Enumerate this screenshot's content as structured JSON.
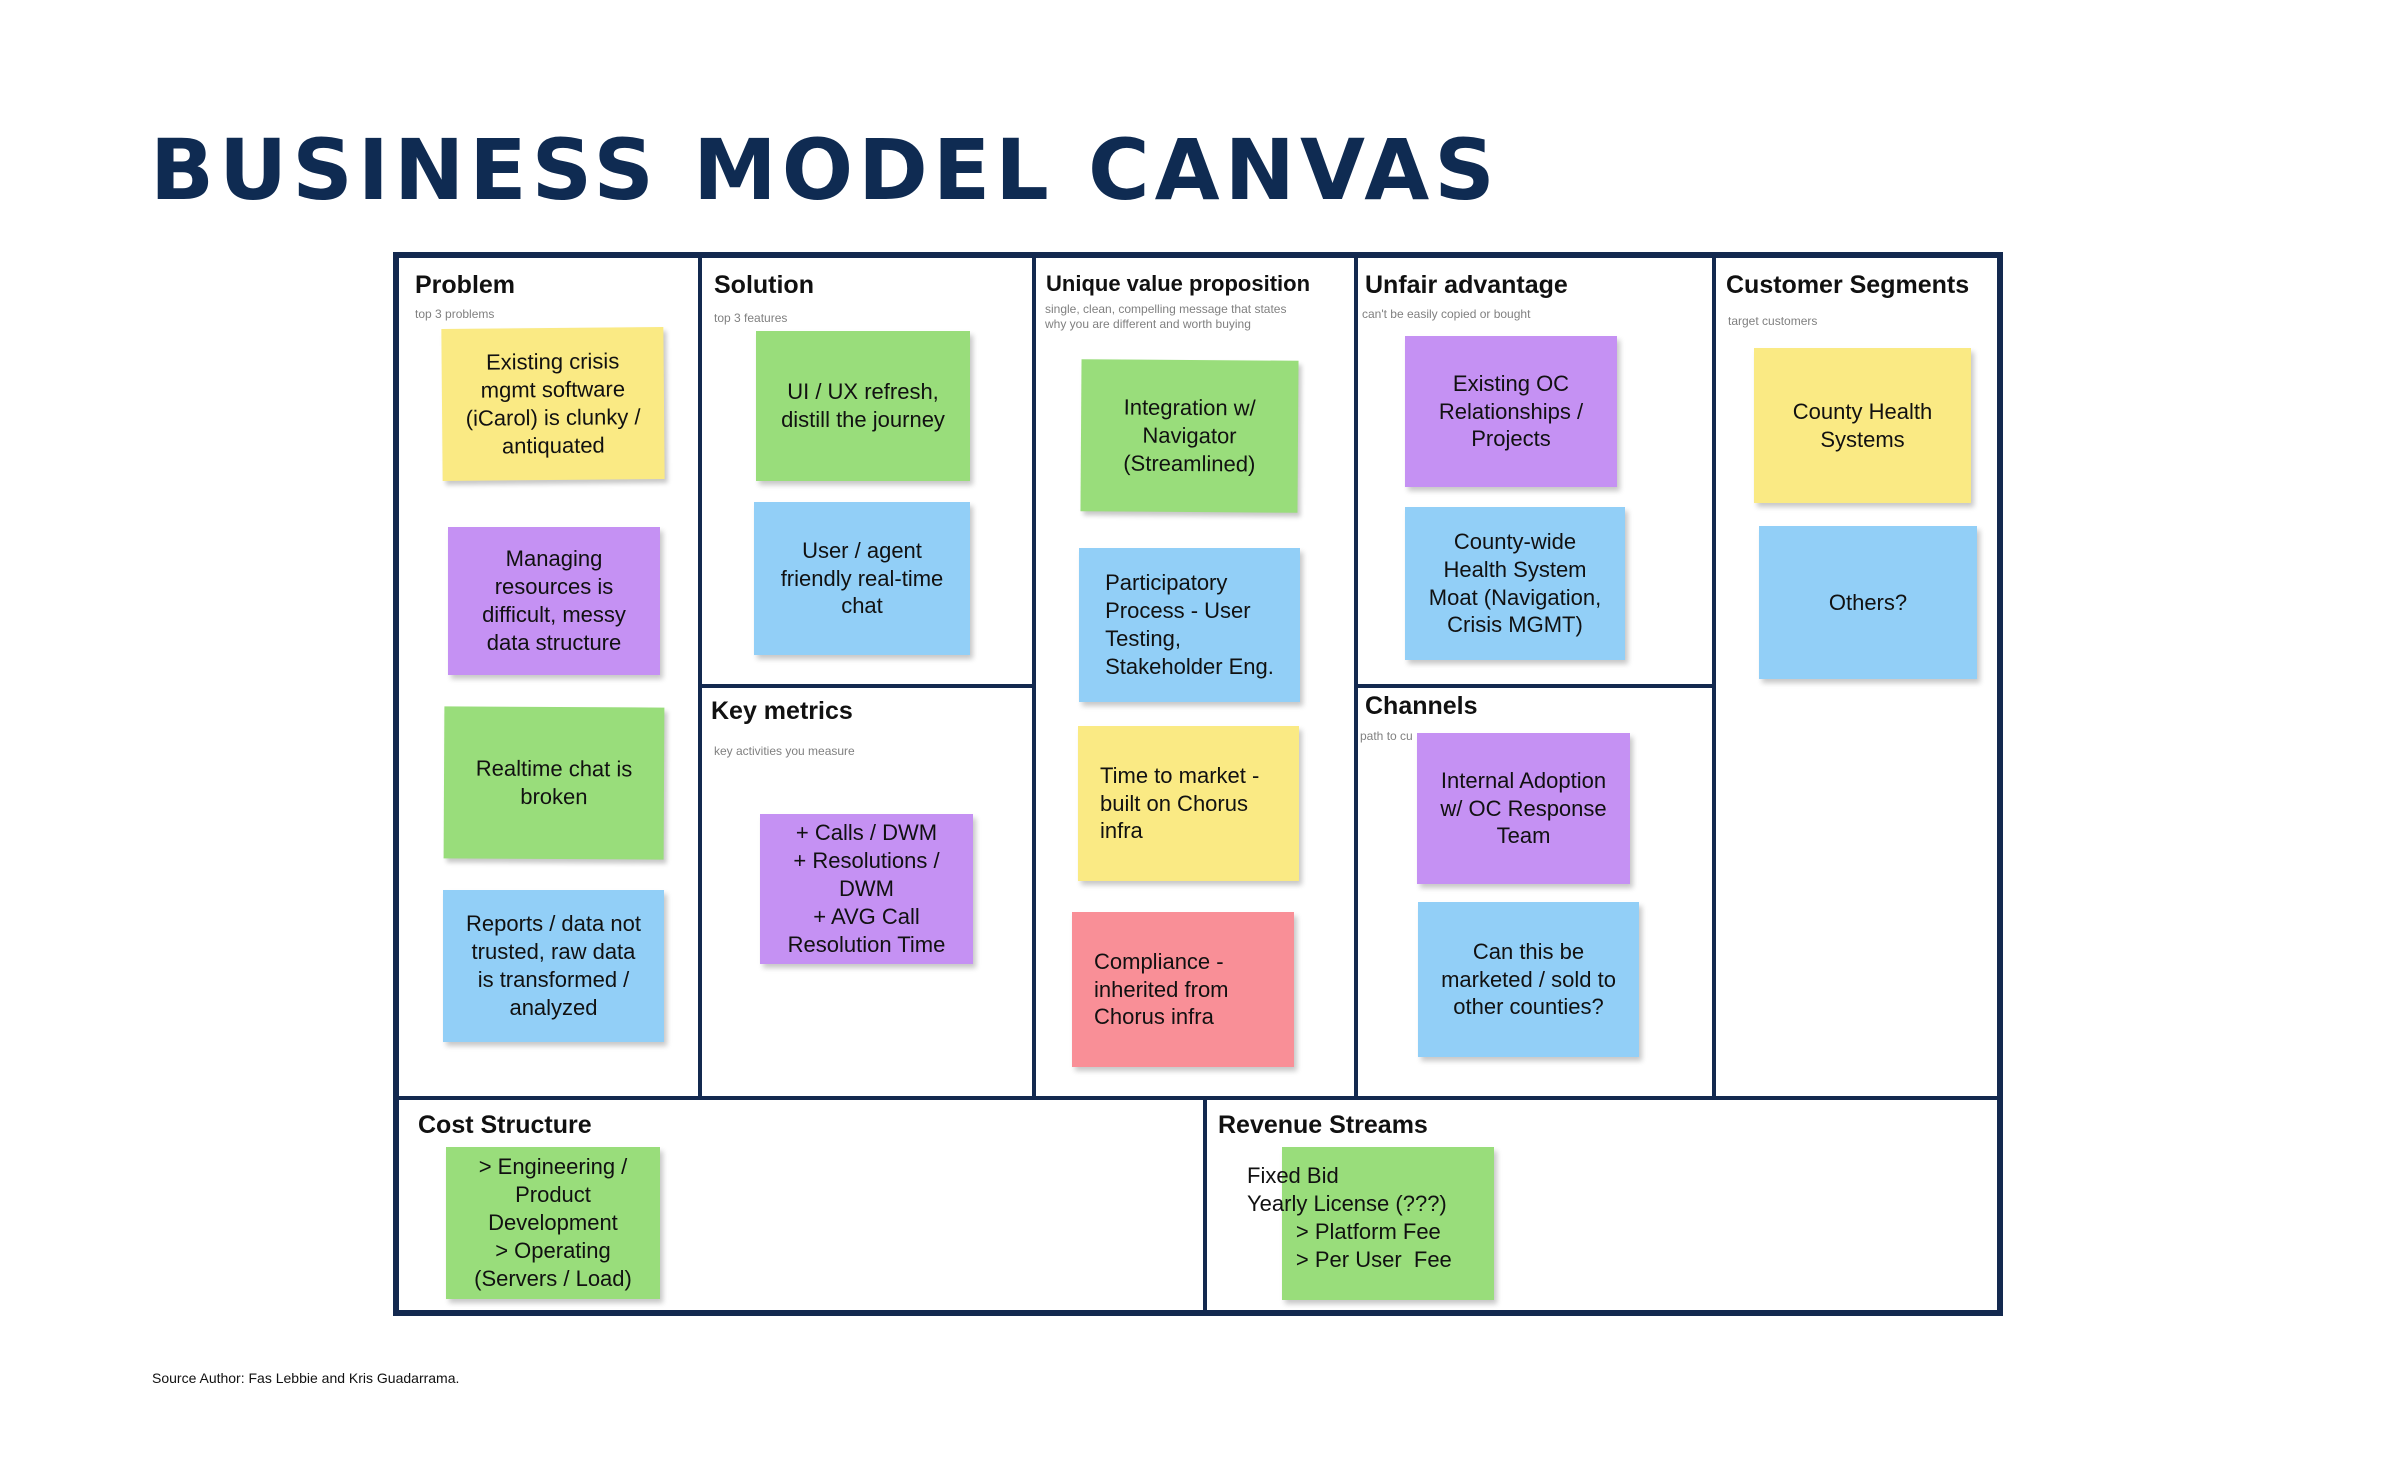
{
  "title": "BUSINESS MODEL CANVAS",
  "source": "Source Author: Fas Lebbie and Kris Guadarrama.",
  "sections": {
    "problem": {
      "title": "Problem",
      "subtitle": "top 3 problems",
      "notes": [
        {
          "text": "Existing crisis\nmgmt software\n(iCarol) is clunky /\nantiquated",
          "color": "#faea84"
        },
        {
          "text": "Managing\nresources is\ndifficult, messy\ndata structure",
          "color": "#c591f3"
        },
        {
          "text": "Realtime chat is\nbroken",
          "color": "#99dd7b"
        },
        {
          "text": "Reports / data not\ntrusted, raw data\nis transformed /\nanalyzed",
          "color": "#92cff7"
        }
      ]
    },
    "solution": {
      "title": "Solution",
      "subtitle": "top 3 features",
      "notes": [
        {
          "text": "UI / UX refresh,\ndistill the journey",
          "color": "#99dd7b"
        },
        {
          "text": "User / agent\nfriendly real-time\nchat",
          "color": "#92cff7"
        }
      ]
    },
    "key_metrics": {
      "title": "Key metrics",
      "subtitle": "key activities you measure",
      "notes": [
        {
          "text": "+ Calls / DWM\n+ Resolutions /\nDWM\n+ AVG Call\nResolution Time",
          "color": "#c591f3"
        }
      ]
    },
    "uvp": {
      "title": "Unique value proposition",
      "subtitle": "single, clean, compelling message that states\nwhy you are different and worth buying",
      "notes": [
        {
          "text": "Integration w/\nNavigator\n(Streamlined)",
          "color": "#99dd7b"
        },
        {
          "text": "Participatory\nProcess - User\nTesting,\nStakeholder Eng.",
          "color": "#92cff7"
        },
        {
          "text": "Time to market -\nbuilt on Chorus\ninfra",
          "color": "#faea84"
        },
        {
          "text": "Compliance -\ninherited from\nChorus infra",
          "color": "#f98f97"
        }
      ]
    },
    "unfair_advantage": {
      "title": "Unfair advantage",
      "subtitle": "can't be easily copied or bought",
      "notes": [
        {
          "text": "Existing OC\nRelationships /\nProjects",
          "color": "#c591f3"
        },
        {
          "text": "County-wide\nHealth System\nMoat (Navigation,\nCrisis MGMT)",
          "color": "#92cff7"
        }
      ]
    },
    "channels": {
      "title": "Channels",
      "subtitle": "path to cu",
      "notes": [
        {
          "text": "Internal Adoption\nw/ OC Response\nTeam",
          "color": "#c591f3"
        },
        {
          "text": "Can this be\nmarketed / sold to\nother counties?",
          "color": "#92cff7"
        }
      ]
    },
    "customer_segments": {
      "title": "Customer Segments",
      "subtitle": "target customers",
      "notes": [
        {
          "text": "County Health\nSystems",
          "color": "#faea84"
        },
        {
          "text": "Others?",
          "color": "#92cff7"
        }
      ]
    },
    "cost_structure": {
      "title": "Cost Structure",
      "notes": [
        {
          "text": "> Engineering /\nProduct\nDevelopment\n> Operating\n(Servers / Load)",
          "color": "#99dd7b"
        }
      ]
    },
    "revenue_streams": {
      "title": "Revenue Streams",
      "text": "Fixed Bid\nYearly License (???)\n        > Platform Fee\n        > Per User  Fee",
      "note_color": "#99dd7b"
    }
  }
}
